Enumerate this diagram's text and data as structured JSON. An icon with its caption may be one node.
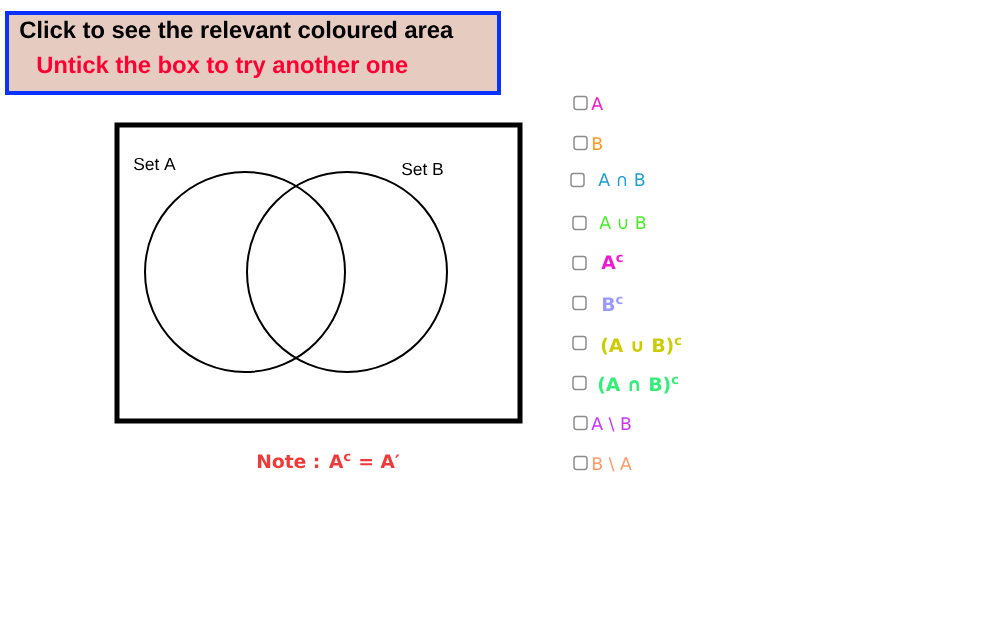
{
  "diagram": {
    "nodes": [
      {
        "text": [
          "Click to see the relevant coloured area",
          "Untick the box to try another one"
        ]
      },
      {
        "text": [],
        "shape": "box"
      },
      {
        "text": [
          "Set A"
        ],
        "in": 1
      },
      {
        "text": [
          "Set B"
        ],
        "in": 1
      }
    ],
    "labels": [
      "A",
      "B",
      "A ∩ B",
      "A ∪ B",
      "A$^{c}$",
      "B$^{c}$",
      "(A ∪ B)$^{c}$",
      "(A ∩ B)$^{c}$",
      "A \\ B",
      "B \\ A",
      "Note : A$^{c}$ = A′"
    ]
  }
}
